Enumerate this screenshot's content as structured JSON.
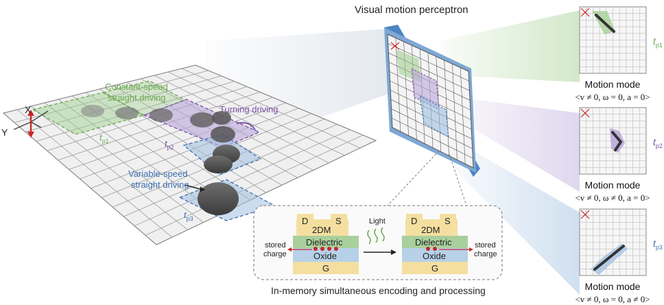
{
  "title": "Visual motion perceptron",
  "caption": "In-memory simultaneous encoding and processing",
  "road": {
    "axis_x": "X",
    "axis_y": "Y",
    "constant_speed_line1": "Constant-speed",
    "constant_speed_line2": "straight driving",
    "turning": "Turning driving",
    "variable_speed_line1": "Variable-speed",
    "variable_speed_line2": "straight driving",
    "t": "t",
    "p1": "p1",
    "p2": "p2",
    "p3": "p3"
  },
  "device": {
    "d": "D",
    "s": "S",
    "twodm": "2DM",
    "dielectric": "Dielectric",
    "oxide": "Oxide",
    "g": "G",
    "stored": "stored",
    "charge": "charge",
    "light": "Light"
  },
  "panels": [
    {
      "t": "t",
      "sub": "p1",
      "mode": "Motion mode",
      "formula": "<v ≠ 0, ω = 0, a = 0>"
    },
    {
      "t": "t",
      "sub": "p2",
      "mode": "Motion mode",
      "formula": "<v ≠ 0, ω ≠ 0, a = 0>"
    },
    {
      "t": "t",
      "sub": "p3",
      "mode": "Motion mode",
      "formula": "<v ≠ 0, ω = 0, a ≠ 0>"
    }
  ],
  "colors": {
    "green": "#6aa84f",
    "purple": "#7b4fa8",
    "blue": "#3d6fb0",
    "red": "#c62828"
  }
}
